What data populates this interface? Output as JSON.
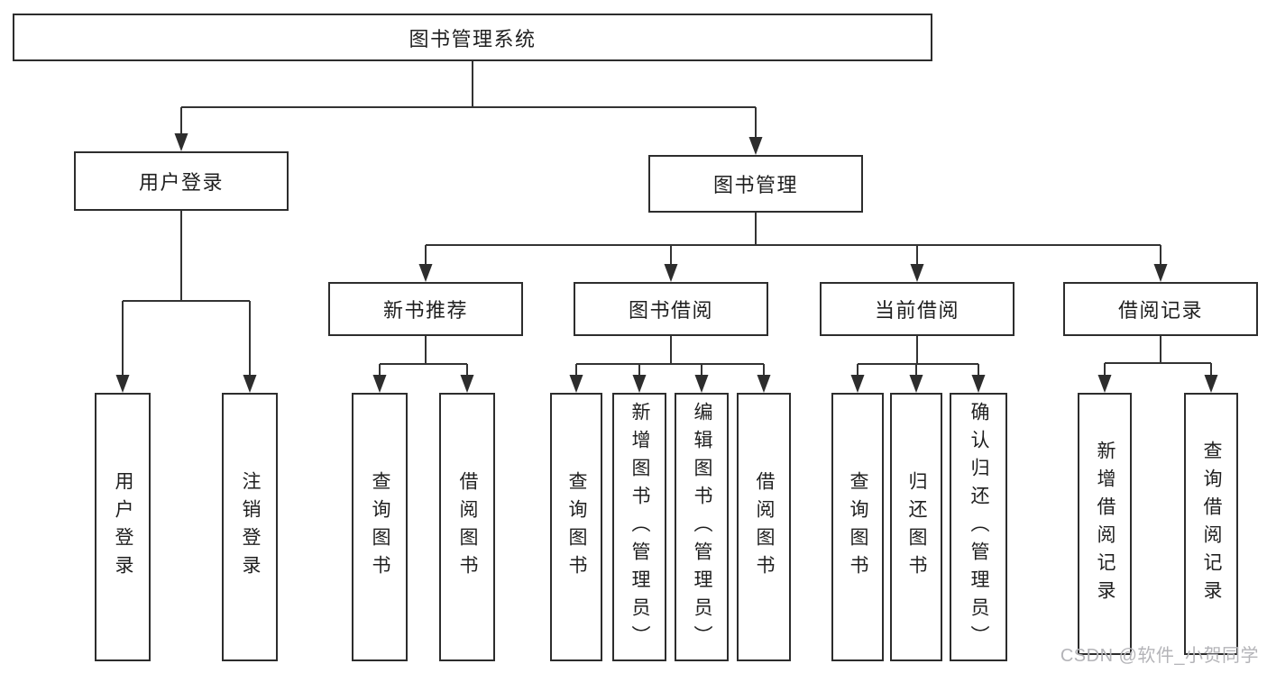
{
  "diagram": {
    "type": "hierarchy-structure-chart",
    "background_color": "#ffffff",
    "line_color": "#333333",
    "box_border_color": "#2d2d2d",
    "text_color": "#1f1f1f"
  },
  "nodes": {
    "root": {
      "label": "图书管理系统"
    },
    "user_login": {
      "label": "用户登录"
    },
    "book_management": {
      "label": "图书管理"
    },
    "new_book_recommend": {
      "label": "新书推荐"
    },
    "book_borrow": {
      "label": "图书借阅"
    },
    "current_borrow": {
      "label": "当前借阅"
    },
    "borrow_records": {
      "label": "借阅记录"
    },
    "leaf_user_login": {
      "label": "用户登录"
    },
    "leaf_logout": {
      "label": "注销登录"
    },
    "leaf_nb_query": {
      "label": "查询图书"
    },
    "leaf_nb_borrow": {
      "label": "借阅图书"
    },
    "leaf_bb_query": {
      "label": "查询图书"
    },
    "leaf_bb_add": {
      "label": "新增图书（管理员）"
    },
    "leaf_bb_edit": {
      "label": "编辑图书（管理员）"
    },
    "leaf_bb_borrow": {
      "label": "借阅图书"
    },
    "leaf_cb_query": {
      "label": "查询图书"
    },
    "leaf_cb_return": {
      "label": "归还图书"
    },
    "leaf_cb_confirm": {
      "label": "确认归还（管理员）"
    },
    "leaf_br_add": {
      "label": "新增借阅记录"
    },
    "leaf_br_query": {
      "label": "查询借阅记录"
    }
  },
  "hierarchy": {
    "图书管理系统": {
      "用户登录": [
        "用户登录",
        "注销登录"
      ],
      "图书管理": {
        "新书推荐": [
          "查询图书",
          "借阅图书"
        ],
        "图书借阅": [
          "查询图书",
          "新增图书（管理员）",
          "编辑图书（管理员）",
          "借阅图书"
        ],
        "当前借阅": [
          "查询图书",
          "归还图书",
          "确认归还（管理员）"
        ],
        "借阅记录": [
          "新增借阅记录",
          "查询借阅记录"
        ]
      }
    }
  },
  "watermark": {
    "text": "CSDN @软件_小贺同学",
    "color": "#b4b4b8"
  }
}
